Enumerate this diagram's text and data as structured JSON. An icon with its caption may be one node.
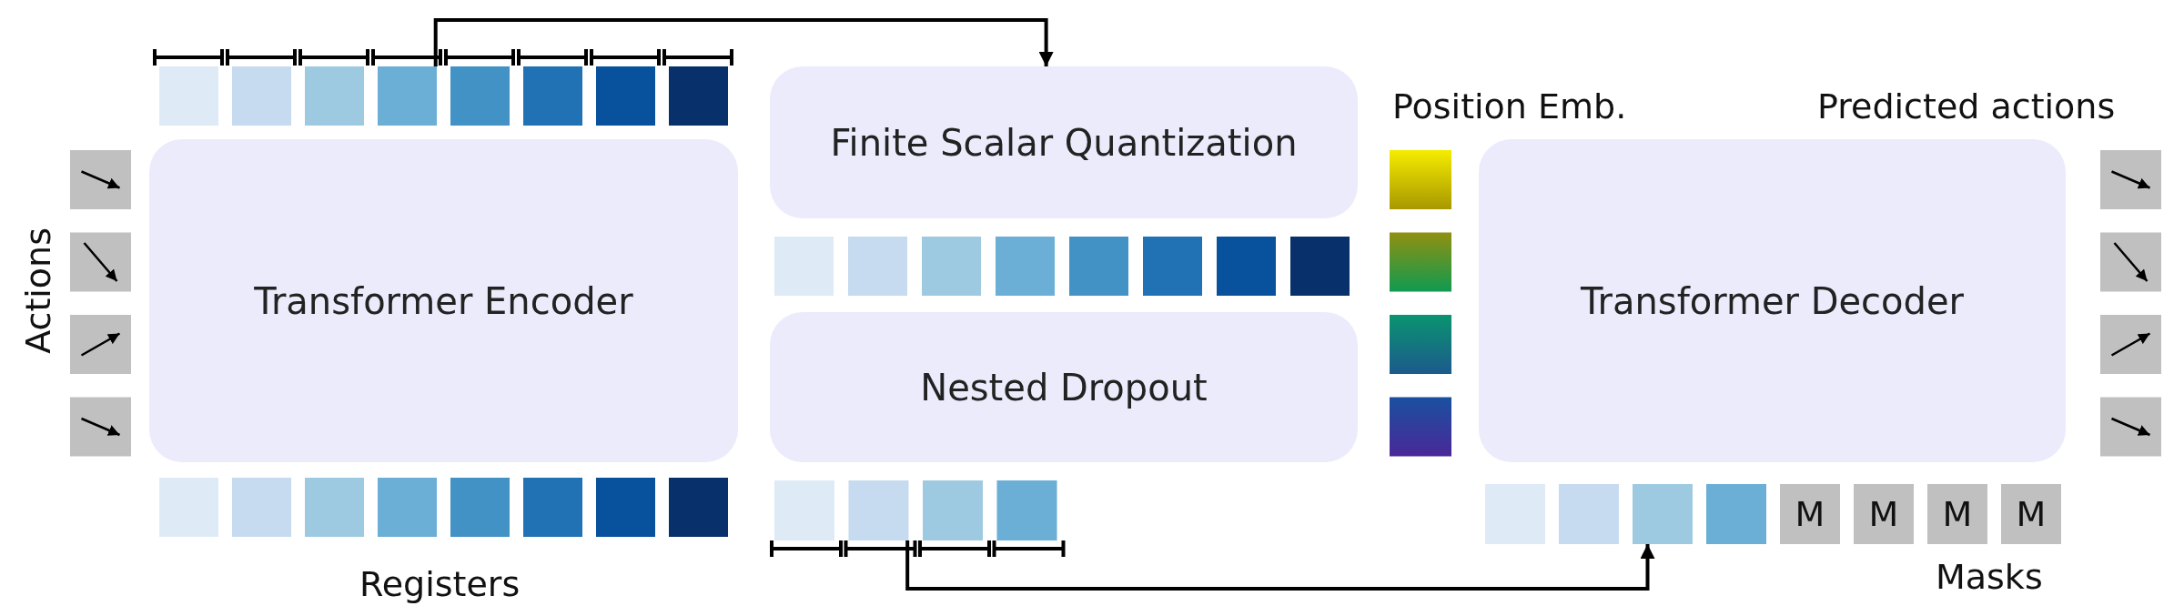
{
  "diagram": {
    "nodes": [
      {
        "text": [
          "Transformer Encoder"
        ]
      },
      {
        "text": [
          "Finite Scalar Quantization"
        ]
      },
      {
        "text": [
          "Nested Dropout"
        ]
      },
      {
        "text": [
          "Transformer Decoder"
        ]
      },
      {
        "text": [],
        "shape": "box"
      },
      {
        "text": [],
        "shape": "box"
      },
      {
        "text": [],
        "shape": "box"
      },
      {
        "text": [],
        "shape": "box"
      },
      {
        "text": [],
        "shape": "box"
      },
      {
        "text": [],
        "shape": "box"
      },
      {
        "text": [],
        "shape": "box"
      },
      {
        "text": [],
        "shape": "box"
      },
      {
        "text": [],
        "shape": "box"
      },
      {
        "text": [],
        "shape": "box"
      },
      {
        "text": [],
        "shape": "box"
      },
      {
        "text": [],
        "shape": "box"
      },
      {
        "text": [],
        "shape": "box"
      },
      {
        "text": [],
        "shape": "box"
      },
      {
        "text": [],
        "shape": "box"
      },
      {
        "text": [],
        "shape": "box"
      },
      {
        "text": [],
        "shape": "box"
      },
      {
        "text": [],
        "shape": "box"
      },
      {
        "text": [],
        "shape": "box"
      },
      {
        "text": [],
        "shape": "box"
      },
      {
        "text": [],
        "shape": "box"
      },
      {
        "text": [],
        "shape": "box"
      },
      {
        "text": [],
        "shape": "box"
      },
      {
        "text": [],
        "shape": "box"
      },
      {
        "text": [],
        "shape": "box"
      },
      {
        "text": [],
        "shape": "box"
      },
      {
        "text": [],
        "shape": "box"
      },
      {
        "text": [],
        "shape": "box"
      },
      {
        "text": [],
        "shape": "box"
      },
      {
        "text": [],
        "shape": "box"
      },
      {
        "text": [],
        "shape": "box"
      },
      {
        "text": [],
        "shape": "box"
      },
      {
        "text": [],
        "shape": "box"
      },
      {
        "text": [],
        "shape": "box"
      },
      {
        "text": [],
        "shape": "box"
      },
      {
        "text": [],
        "shape": "box"
      },
      {
        "text": [
          "M"
        ]
      },
      {
        "text": [
          "M"
        ]
      },
      {
        "text": [
          "M"
        ]
      },
      {
        "text": [
          "M"
        ]
      }
    ],
    "edges": [
      {
        "from": 7,
        "to": 1,
        "arrow": "to"
      },
      {
        "from": 33,
        "to": 38,
        "arrow": "to"
      }
    ],
    "labels": [
      "Position Emb.",
      "Predicted actions",
      "Actions",
      "Registers",
      "Masks"
    ]
  }
}
